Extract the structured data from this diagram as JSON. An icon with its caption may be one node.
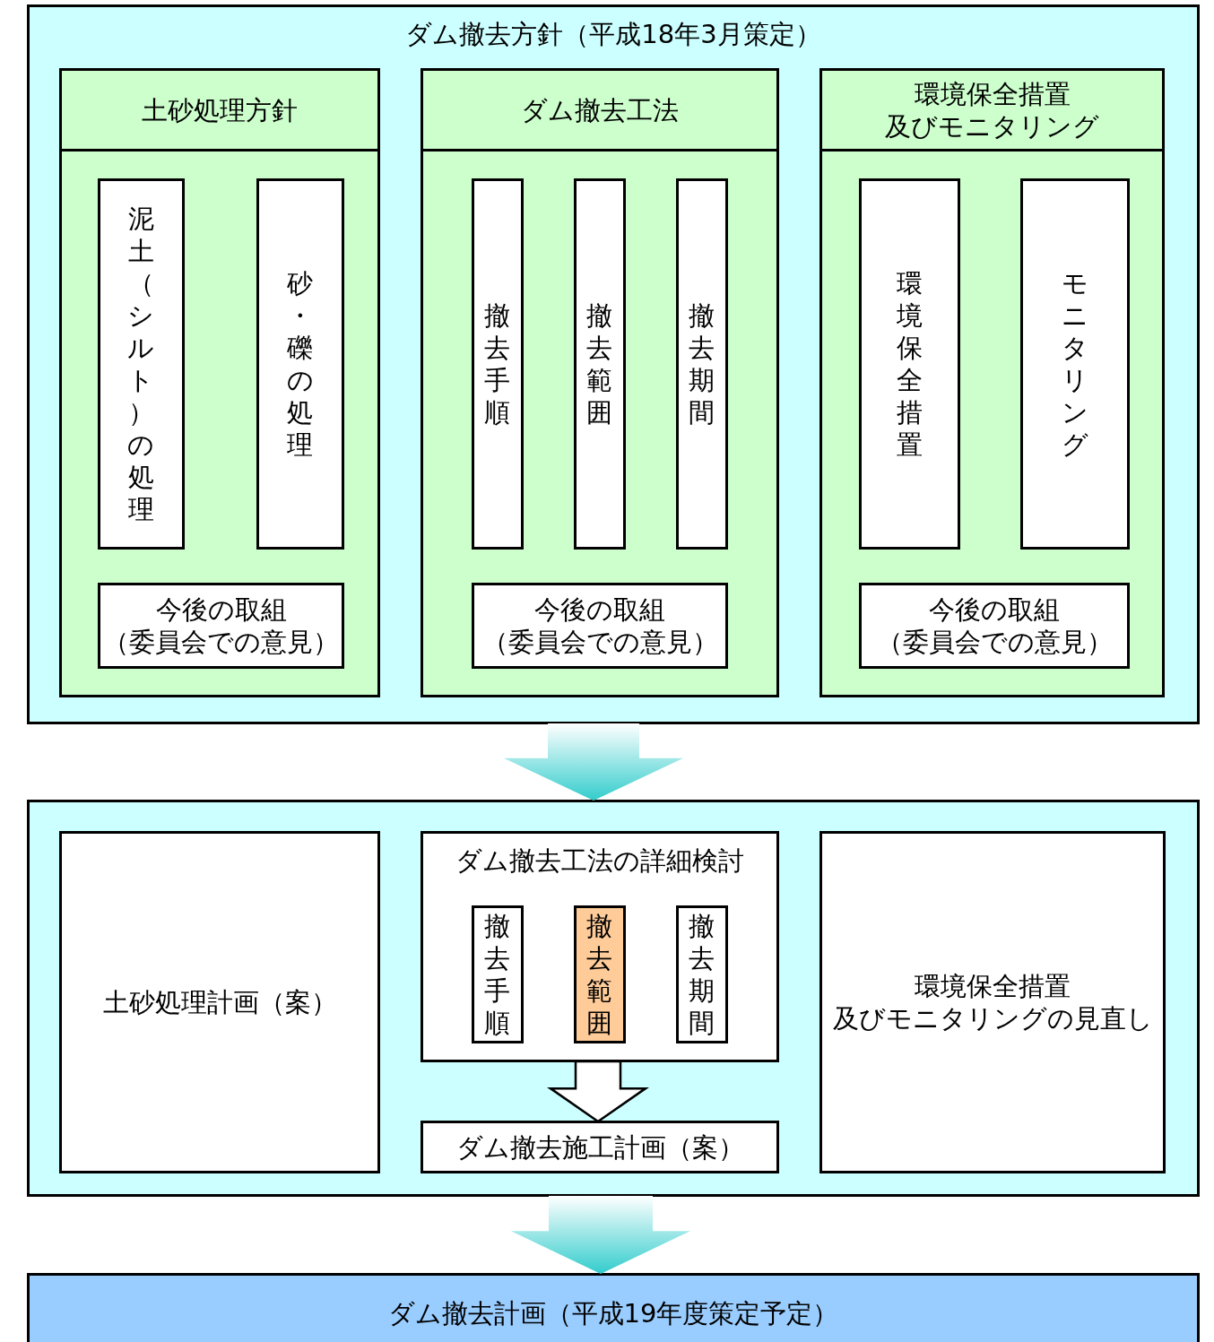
{
  "diagram": {
    "nodes": [
      {
        "text": [
          "ダム撤去方針（平成18年3月策定）"
        ]
      },
      {
        "text": [
          "土砂処理方針"
        ],
        "in": 0
      },
      {
        "text": [
          "泥土（シルト）の処理"
        ],
        "in": 1
      },
      {
        "text": [
          "砂・礫の処理"
        ],
        "in": 1
      },
      {
        "text": [
          "今後の取組",
          "（委員会での意見）"
        ],
        "in": 1
      },
      {
        "text": [
          "ダム撤去工法"
        ],
        "in": 0
      },
      {
        "text": [
          "撤去手順"
        ],
        "in": 5
      },
      {
        "text": [
          "撤去範囲"
        ],
        "in": 5
      },
      {
        "text": [
          "撤去期間"
        ],
        "in": 5
      },
      {
        "text": [
          "今後の取組",
          "（委員会での意見）"
        ],
        "in": 5
      },
      {
        "text": [
          "環境保全措置",
          "及びモニタリング"
        ],
        "in": 0
      },
      {
        "text": [
          "環境保全措置"
        ],
        "in": 10
      },
      {
        "text": [
          "モニタリング"
        ],
        "in": 10
      },
      {
        "text": [
          "今後の取組",
          "（委員会での意見）"
        ],
        "in": 10
      },
      {
        "text": [],
        "shape": "box"
      },
      {
        "text": [
          "土砂処理計画（案）"
        ],
        "in": 14
      },
      {
        "text": [
          "ダム撤去工法の詳細検討"
        ],
        "in": 14
      },
      {
        "text": [
          "撤去手順"
        ],
        "in": 16
      },
      {
        "text": [
          "撤去範囲"
        ],
        "in": 16
      },
      {
        "text": [
          "撤去期間"
        ],
        "in": 16
      },
      {
        "text": [
          "ダム撤去施工計画（案）"
        ],
        "in": 14
      },
      {
        "text": [
          "環境保全措置",
          "及びモニタリングの見直し"
        ],
        "in": 14
      },
      {
        "text": [
          "ダム撤去計画（平成19年度策定予定）"
        ]
      }
    ],
    "edges": [
      {
        "from": 0,
        "to": 14,
        "arrow": "to",
        "color": "#33cccc"
      },
      {
        "from": 16,
        "to": 20,
        "arrow": "to",
        "color": "#ffffff"
      },
      {
        "from": 14,
        "to": 22,
        "arrow": "to",
        "color": "#33cccc"
      }
    ]
  }
}
